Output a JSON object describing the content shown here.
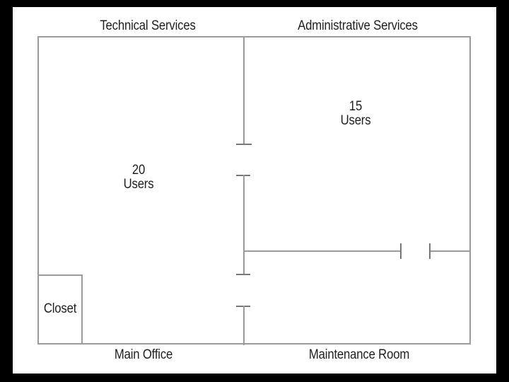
{
  "slide": {
    "background": "#ffffff",
    "frame_color": "#000000"
  },
  "colors": {
    "wall": "#9b9b9b",
    "door_jamb": "#777777",
    "text": "#1f1f1f"
  },
  "rooms": {
    "technical_services": {
      "label": "Technical Services",
      "users_count": "20",
      "users_word": "Users"
    },
    "administrative_services": {
      "label": "Administrative Services",
      "users_count": "15",
      "users_word": "Users"
    },
    "main_office": {
      "label": "Main Office"
    },
    "maintenance_room": {
      "label": "Maintenance Room"
    },
    "closet": {
      "label": "Closet"
    }
  }
}
